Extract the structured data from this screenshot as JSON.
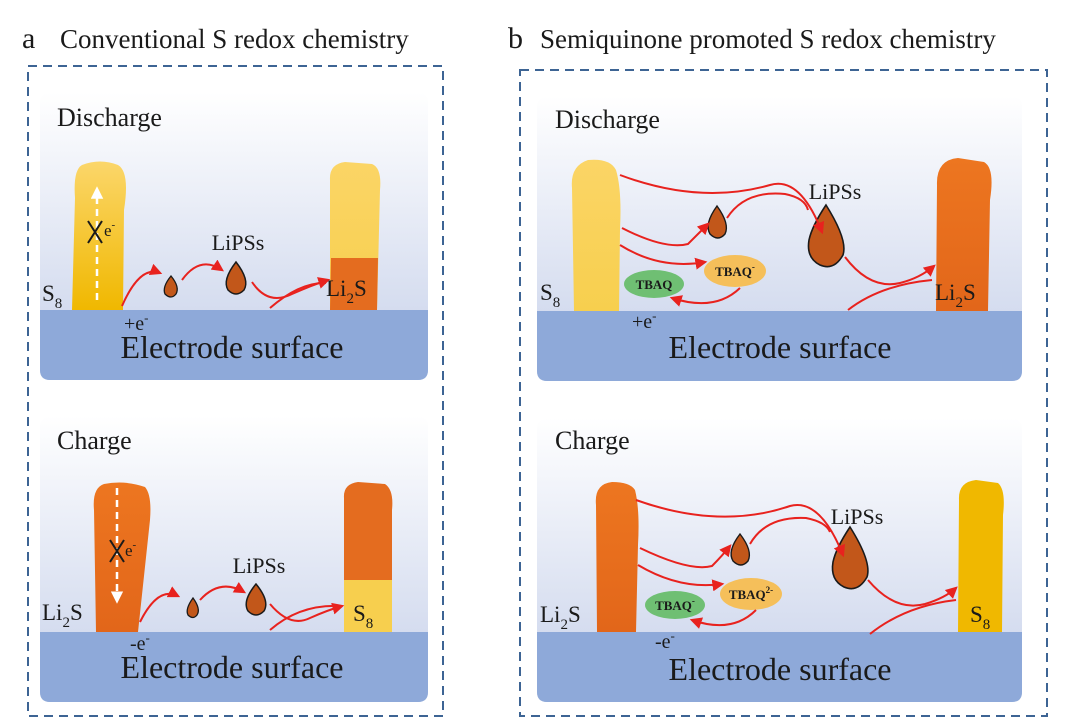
{
  "panel_a": {
    "letter": "a",
    "title": "Conventional S redox chemistry",
    "discharge": {
      "label": "Discharge",
      "surface": "Electrode surface",
      "left_species": {
        "main": "S",
        "sub": "8"
      },
      "right_species": {
        "main": "Li",
        "sub": "2",
        "tail": "S"
      },
      "intermediate": "LiPSs",
      "electron": {
        "main": "+e",
        "sup": "-"
      },
      "blocked_electron": {
        "main": "e",
        "sup": "-"
      }
    },
    "charge": {
      "label": "Charge",
      "surface": "Electrode surface",
      "left_species": {
        "main": "Li",
        "sub": "2",
        "tail": "S"
      },
      "right_species": {
        "main": "S",
        "sub": "8"
      },
      "intermediate": "LiPSs",
      "electron": {
        "main": "-e",
        "sup": "-"
      },
      "blocked_electron": {
        "main": "e",
        "sup": "-"
      }
    }
  },
  "panel_b": {
    "letter": "b",
    "title": "Semiquinone promoted S redox chemistry",
    "discharge": {
      "label": "Discharge",
      "surface": "Electrode surface",
      "left_species": {
        "main": "S",
        "sub": "8"
      },
      "right_species": {
        "main": "Li",
        "sub": "2",
        "tail": "S"
      },
      "intermediate": "LiPSs",
      "electron": {
        "main": "+e",
        "sup": "-"
      },
      "mediator_green": {
        "main": "TBAQ",
        "sup": ""
      },
      "mediator_yellow": {
        "main": "TBAQ",
        "sup": "-"
      }
    },
    "charge": {
      "label": "Charge",
      "surface": "Electrode surface",
      "left_species": {
        "main": "Li",
        "sub": "2",
        "tail": "S"
      },
      "right_species": {
        "main": "S",
        "sub": "8"
      },
      "intermediate": "LiPSs",
      "electron": {
        "main": "-e",
        "sup": "-"
      },
      "mediator_green": {
        "main": "TBAQ",
        "sup": "-"
      },
      "mediator_yellow": {
        "main": "TBAQ",
        "sup": "2-"
      }
    }
  },
  "colors": {
    "border": "#3d6494",
    "surface": "#8ea9d9",
    "sulfur": "#f2c230",
    "sulfide": "#e46c1f",
    "droplet": "#c2571a",
    "arrow": "#e8221e",
    "mediator_green": "#6fbf73",
    "mediator_yellow": "#f5bf5a"
  }
}
